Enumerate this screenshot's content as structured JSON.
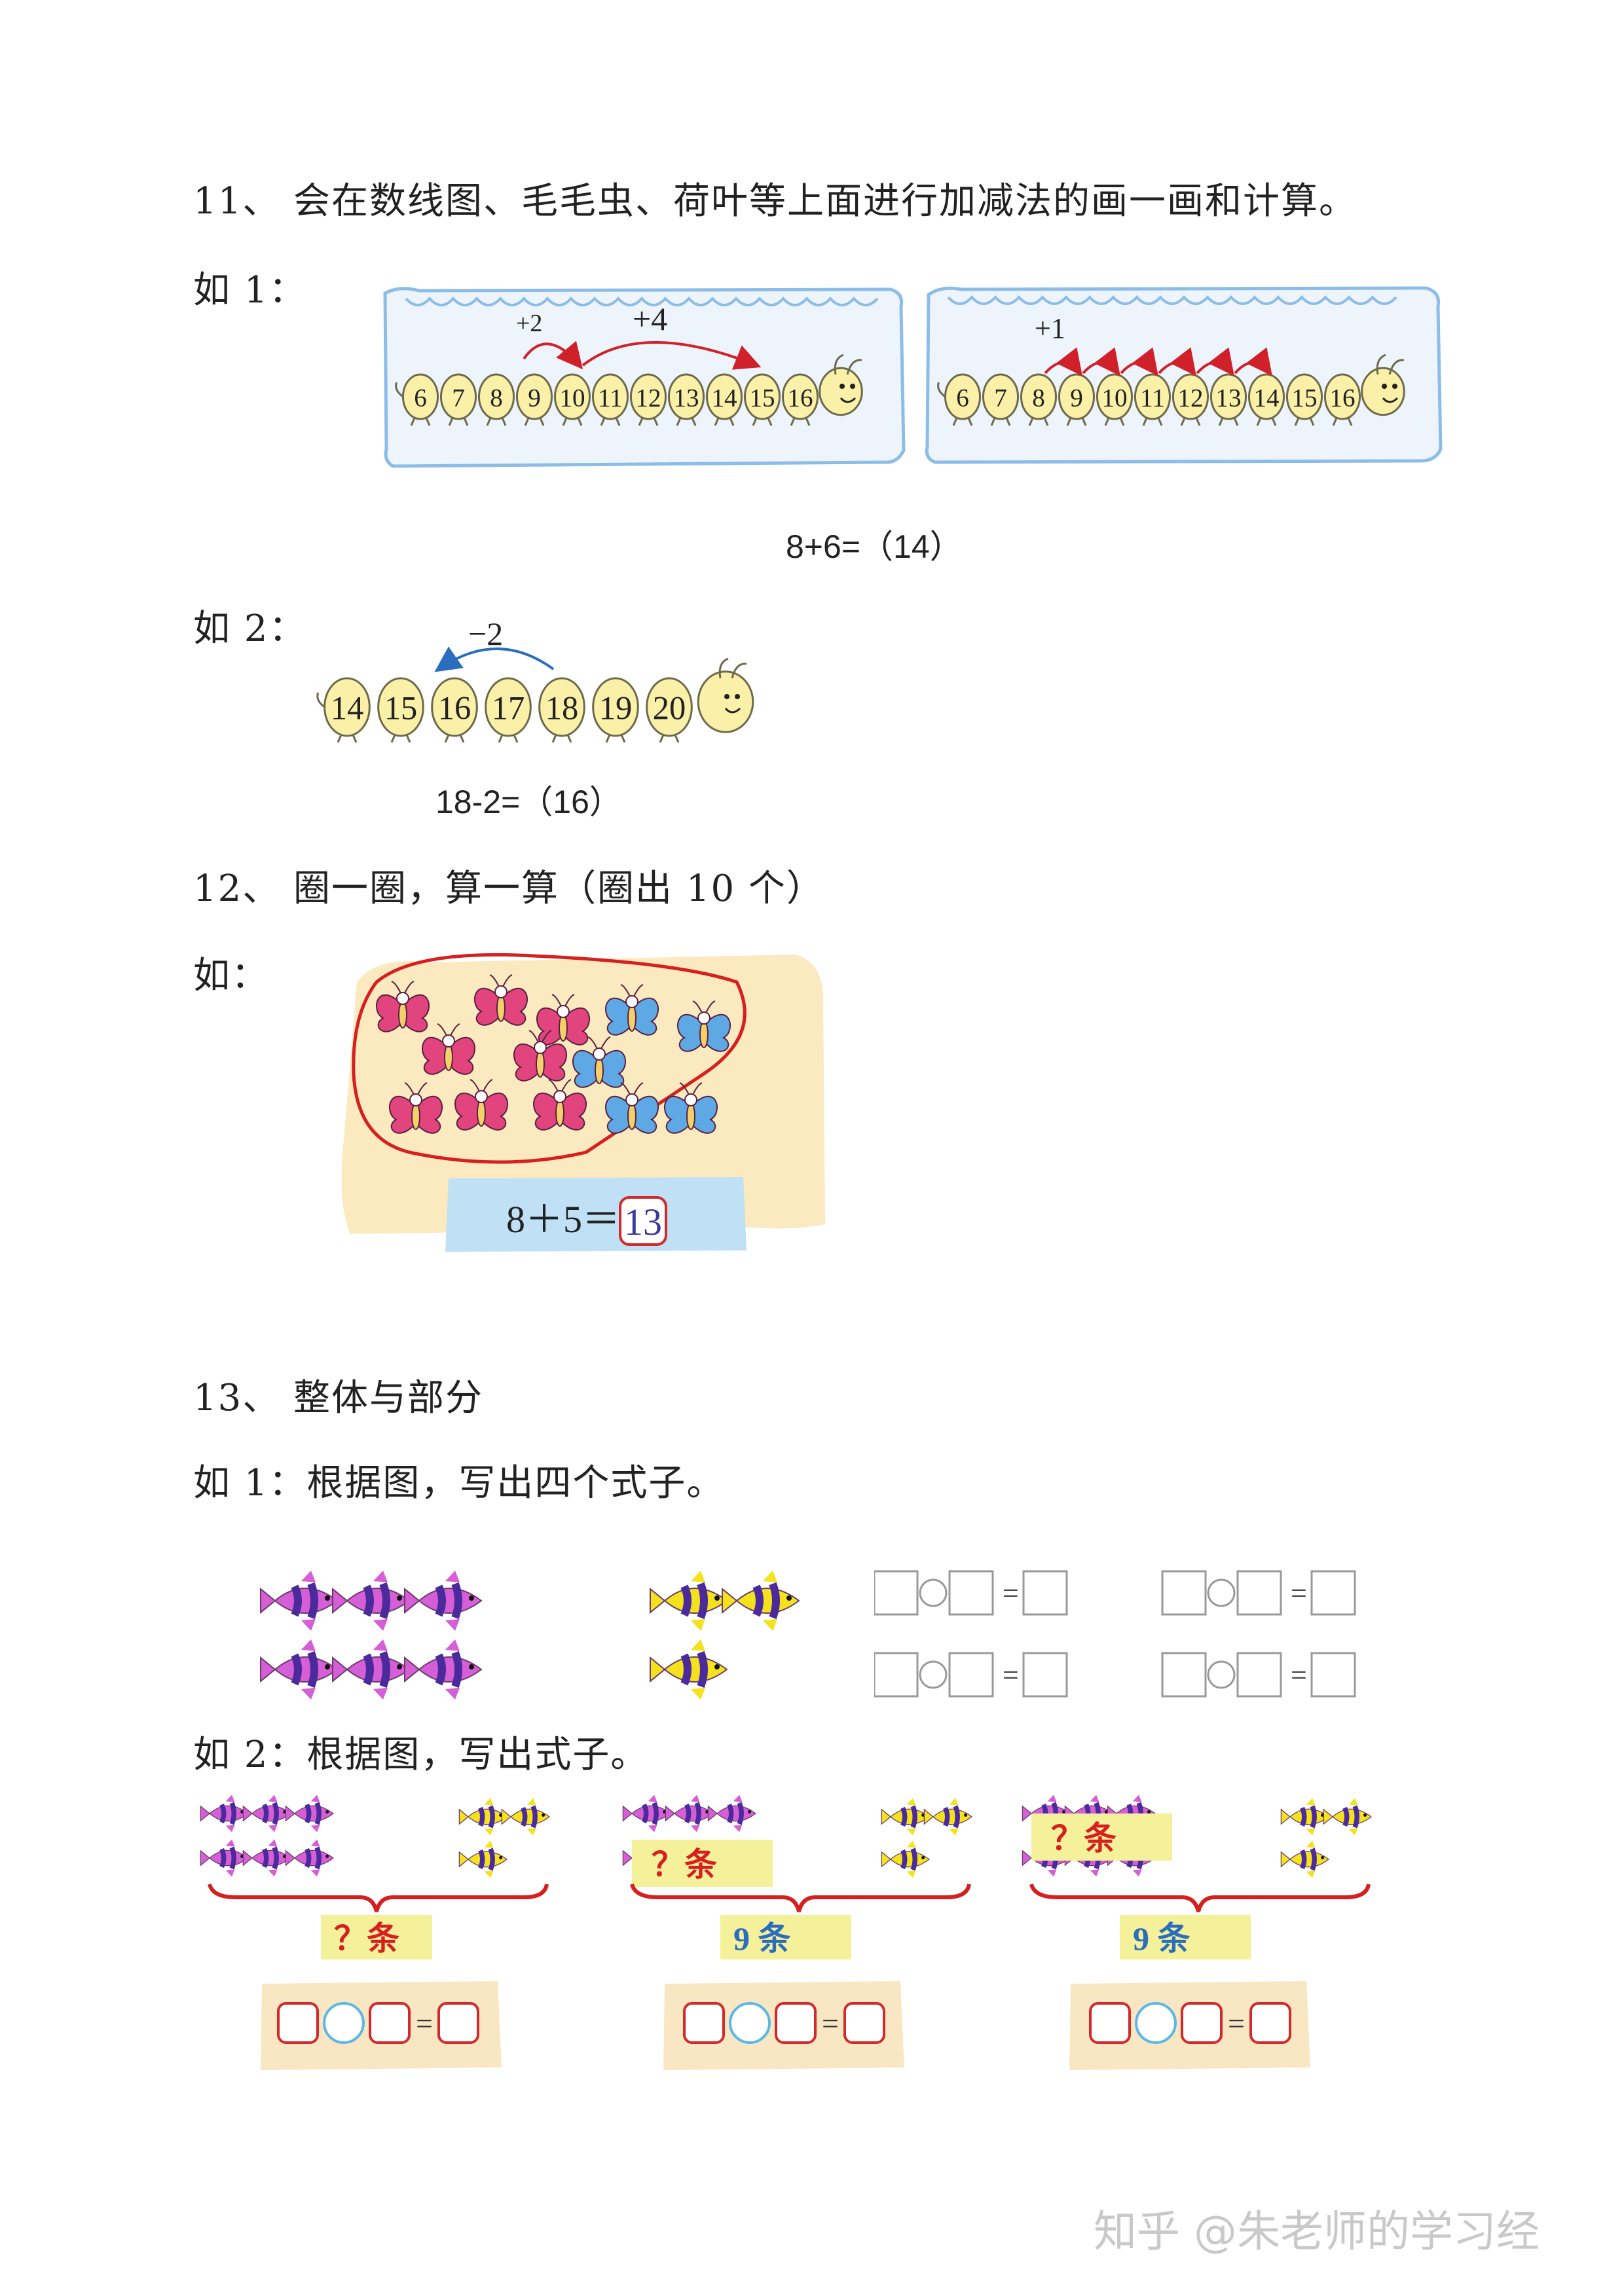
{
  "section11": {
    "title": "11、  会在数线图、毛毛虫、荷叶等上面进行加减法的画一画和计算。",
    "ex1_label": "如 1：",
    "cat1": {
      "numbers": [
        "6",
        "7",
        "8",
        "9",
        "10",
        "11",
        "12",
        "13",
        "14",
        "15",
        "16"
      ],
      "jump1": "+2",
      "jump2": "+4"
    },
    "cat2": {
      "numbers": [
        "6",
        "7",
        "8",
        "9",
        "10",
        "11",
        "12",
        "13",
        "14",
        "15",
        "16"
      ],
      "jump": "+1"
    },
    "equation1": "8+6=（14）",
    "ex2_label": "如 2：",
    "cat3": {
      "numbers": [
        "14",
        "15",
        "16",
        "17",
        "18",
        "19",
        "20"
      ],
      "jump": "−2"
    },
    "equation2": "18-2=（16）"
  },
  "section12": {
    "title": "12、  圈一圈，算一算（圈出 10 个）",
    "ex_label": "如：",
    "equation_left": "8＋5＝",
    "equation_answer": "13"
  },
  "section13": {
    "title": "13、  整体与部分",
    "ex1_label": "如 1：根据图，写出四个式子。",
    "ex2_label": "如 2：根据图，写出式子。",
    "panel1": {
      "label": "？条"
    },
    "panel2": {
      "top": "？条",
      "bottom": "9  条"
    },
    "panel3": {
      "top": "？条",
      "bottom": "9  条"
    },
    "equals": "="
  },
  "watermark": "知乎 @朱老师的学习经",
  "colors": {
    "caterpillar": "#fbf0a8",
    "caterpillar_stroke": "#6d6a4c",
    "arrow_red": "#d0202a",
    "arrow_blue": "#2a6ebd",
    "pink_fish": "#d65ed6",
    "purple_fish": "#4b2a9c",
    "yellow_fish": "#f4e21c",
    "label_yellow": "#f5f19a",
    "brace_red": "#d62020",
    "box_red": "#d22a2a",
    "circle_blue": "#5bb8e6",
    "paper": "#f7e6c2",
    "butterfly_pink": "#e2457e",
    "butterfly_blue": "#5ea9e5"
  }
}
